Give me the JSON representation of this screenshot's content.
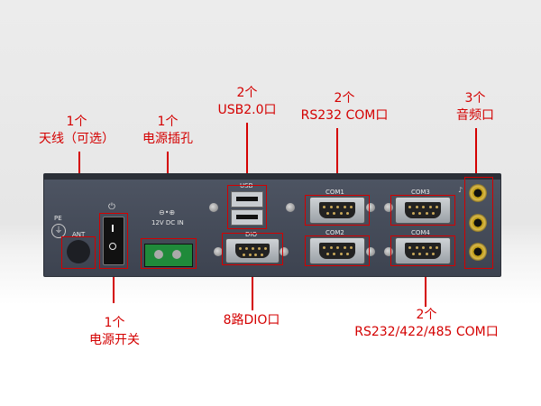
{
  "labels": {
    "antenna": {
      "count": "1个",
      "name": "天线（可选）"
    },
    "power_input": {
      "count": "1个",
      "name": "电源插孔"
    },
    "usb": {
      "count": "2个",
      "name": "USB2.0口"
    },
    "com_rs232": {
      "count": "2个",
      "name": "RS232 COM口"
    },
    "audio": {
      "count": "3个",
      "name": "音频口"
    },
    "power_switch": {
      "count": "1个",
      "name": "电源开关"
    },
    "dio": {
      "name": "8路DIO口"
    },
    "com_multi": {
      "count": "2个",
      "name": "RS232/422/485 COM口"
    }
  },
  "panel": {
    "pe": "PE",
    "ant": "ANT",
    "dc_in": "12V DC IN",
    "dio": "DIO",
    "com1": "COM1",
    "com2": "COM2",
    "com3": "COM3",
    "com4": "COM4",
    "usb": "USB"
  },
  "colors": {
    "annotation": "#d40000",
    "chassis": "#454b58"
  }
}
